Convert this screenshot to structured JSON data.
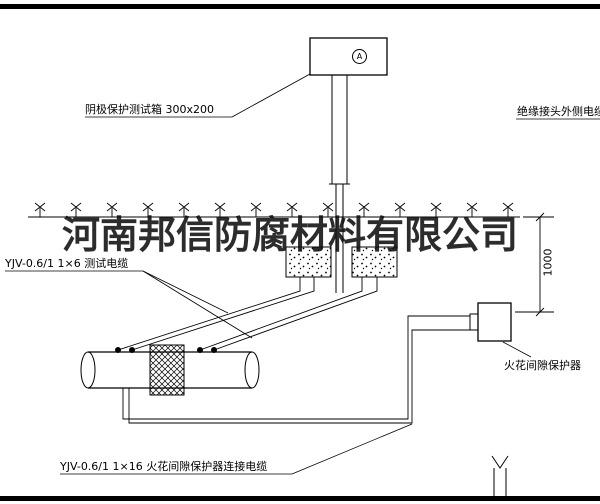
{
  "watermark": {
    "text": "河南邦信防腐材料有限公司"
  },
  "test_box": {
    "label": "阴极保护测试箱 300x200",
    "meter_symbol": "A"
  },
  "labels": {
    "insulated_joint_cable": "绝缘接头外侧电缆",
    "test_cable": "YJV-0.6/1 1×6  测试电缆",
    "spark_gap_protector": "火花间隙保护器",
    "connection_cable": "YJV-0.6/1 1×16  火花间隙保护器连接电缆"
  },
  "dimension": {
    "height_mm": "1000"
  },
  "colors": {
    "line": "#000000",
    "background": "#ffffff",
    "watermark": "#1a1a1a"
  }
}
